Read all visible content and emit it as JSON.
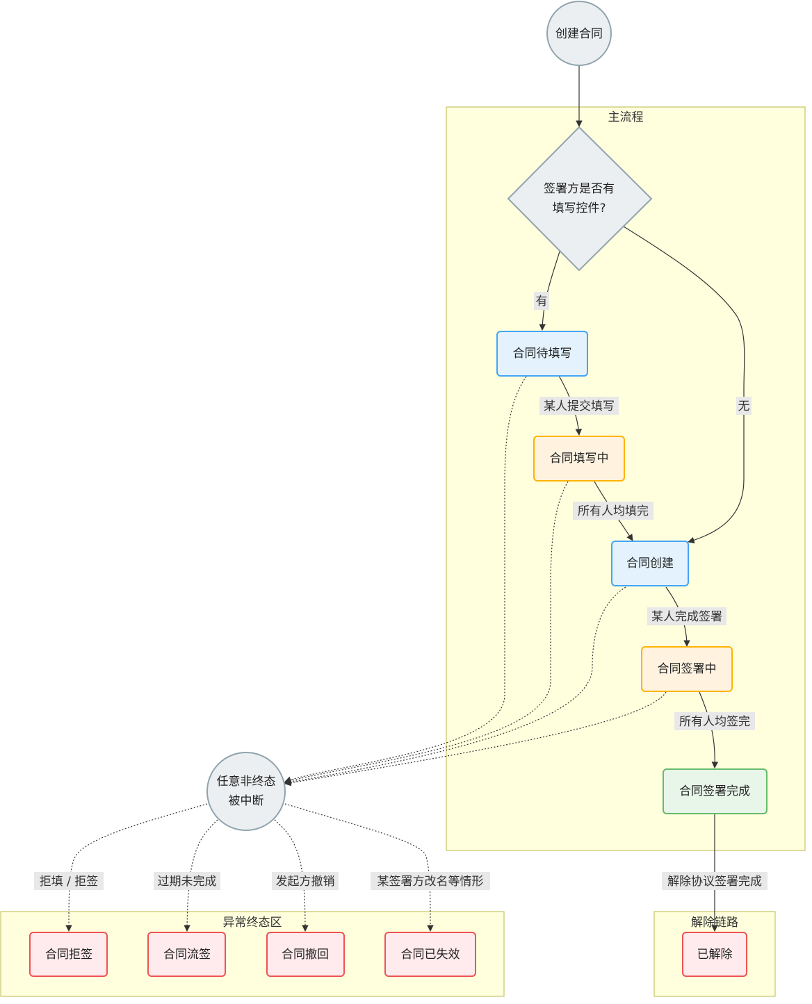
{
  "colors": {
    "cluster_fill": "#ffffde",
    "cluster_stroke": "#b9b94a",
    "circle_fill": "#eceff1",
    "circle_stroke": "#90a4ae",
    "blue_fill": "#e3f2fd",
    "blue_stroke": "#42a5f5",
    "orange_fill": "#fff3e0",
    "orange_stroke": "#ffb300",
    "green_fill": "#e8f5e9",
    "green_stroke": "#66bb6a",
    "red_fill": "#ffebee",
    "red_stroke": "#ef5350",
    "edge": "#333333",
    "label_bg": "#e8e8e8"
  },
  "clusters": {
    "main": "主流程",
    "exception": "异常终态区",
    "cancel": "解除链路"
  },
  "nodes": {
    "create_contract": "创建合同",
    "decision_line1": "签署方是否有",
    "decision_line2": "填写控件?",
    "pending_fill": "合同待填写",
    "filling": "合同填写中",
    "contract_created": "合同创建",
    "signing": "合同签署中",
    "sign_complete": "合同签署完成",
    "interrupt_line1": "任意非终态",
    "interrupt_line2": "被中断",
    "rejected": "合同拒签",
    "expired": "合同流签",
    "withdrawn": "合同撤回",
    "invalid": "合同已失效",
    "cancelled": "已解除"
  },
  "edge_labels": {
    "yes": "有",
    "no": "无",
    "someone_submits": "某人提交填写",
    "all_filled": "所有人均填完",
    "someone_signs": "某人完成签署",
    "all_signed": "所有人均签完",
    "cancel_signed": "解除协议签署完成",
    "reject": "拒填 / 拒签",
    "expire": "过期未完成",
    "withdraw": "发起方撤销",
    "rename": "某签署方改名等情形"
  }
}
